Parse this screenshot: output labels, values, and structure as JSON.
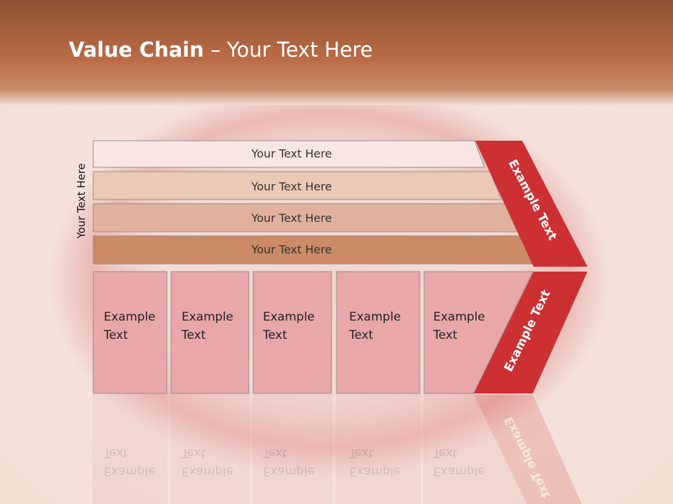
{
  "title": {
    "bold": "Value Chain",
    "rest": " – Your Text Here"
  },
  "side_label": "Your Text Here",
  "rows": [
    "Your Text Here",
    "Your Text Here",
    "Your Text Here",
    "Your Text Here"
  ],
  "cells": [
    [
      "Example",
      "Text"
    ],
    [
      "Example",
      "Text"
    ],
    [
      "Example",
      "Text"
    ],
    [
      "Example",
      "Text"
    ],
    [
      "Example",
      "Text"
    ]
  ],
  "chevron_labels": [
    "Example Text",
    "Example Text"
  ],
  "colors": {
    "header": "#b86a45",
    "row1": "#f7e6e1",
    "row2": "#ecc8b6",
    "row3": "#e0b29d",
    "row4": "#cc8a66",
    "cell": "#e9a7a9",
    "chevron": "#cc3033"
  }
}
